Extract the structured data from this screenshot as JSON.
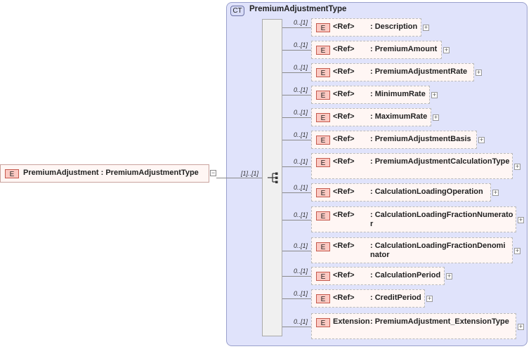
{
  "complex_type": {
    "badge": "CT",
    "name": "PremiumAdjustmentType"
  },
  "root": {
    "badge": "E",
    "label": "PremiumAdjustment : PremiumAdjustmentType",
    "collapse_symbol": "−",
    "multiplicity": "[1]..[1]"
  },
  "elements": [
    {
      "multiplicity": "0..[1]",
      "badge": "E",
      "ref": "<Ref>",
      "name": ": Description",
      "expand": "+"
    },
    {
      "multiplicity": "0..[1]",
      "badge": "E",
      "ref": "<Ref>",
      "name": ": PremiumAmount",
      "expand": "+"
    },
    {
      "multiplicity": "0..[1]",
      "badge": "E",
      "ref": "<Ref>",
      "name": ": PremiumAdjustmentRate",
      "expand": "+"
    },
    {
      "multiplicity": "0..[1]",
      "badge": "E",
      "ref": "<Ref>",
      "name": ": MinimumRate",
      "expand": "+"
    },
    {
      "multiplicity": "0..[1]",
      "badge": "E",
      "ref": "<Ref>",
      "name": ": MaximumRate",
      "expand": "+"
    },
    {
      "multiplicity": "0..[1]",
      "badge": "E",
      "ref": "<Ref>",
      "name": ": PremiumAdjustmentBasis",
      "expand": "+"
    },
    {
      "multiplicity": "0..[1]",
      "badge": "E",
      "ref": "<Ref>",
      "name": ": PremiumAdjustmentCalculationType",
      "expand": "+"
    },
    {
      "multiplicity": "0..[1]",
      "badge": "E",
      "ref": "<Ref>",
      "name": ": CalculationLoadingOperation",
      "expand": "+"
    },
    {
      "multiplicity": "0..[1]",
      "badge": "E",
      "ref": "<Ref>",
      "name": ": CalculationLoadingFractionNumerator",
      "expand": "+"
    },
    {
      "multiplicity": "0..[1]",
      "badge": "E",
      "ref": "<Ref>",
      "name": ": CalculationLoadingFractionDenominator",
      "expand": "+"
    },
    {
      "multiplicity": "0..[1]",
      "badge": "E",
      "ref": "<Ref>",
      "name": ": CalculationPeriod",
      "expand": "+"
    },
    {
      "multiplicity": "0..[1]",
      "badge": "E",
      "ref": "<Ref>",
      "name": ": CreditPeriod",
      "expand": "+"
    },
    {
      "multiplicity": "0..[1]",
      "badge": "E",
      "ref": "Extension",
      "name": ": PremiumAdjustment_ExtensionType",
      "expand": "+"
    }
  ]
}
